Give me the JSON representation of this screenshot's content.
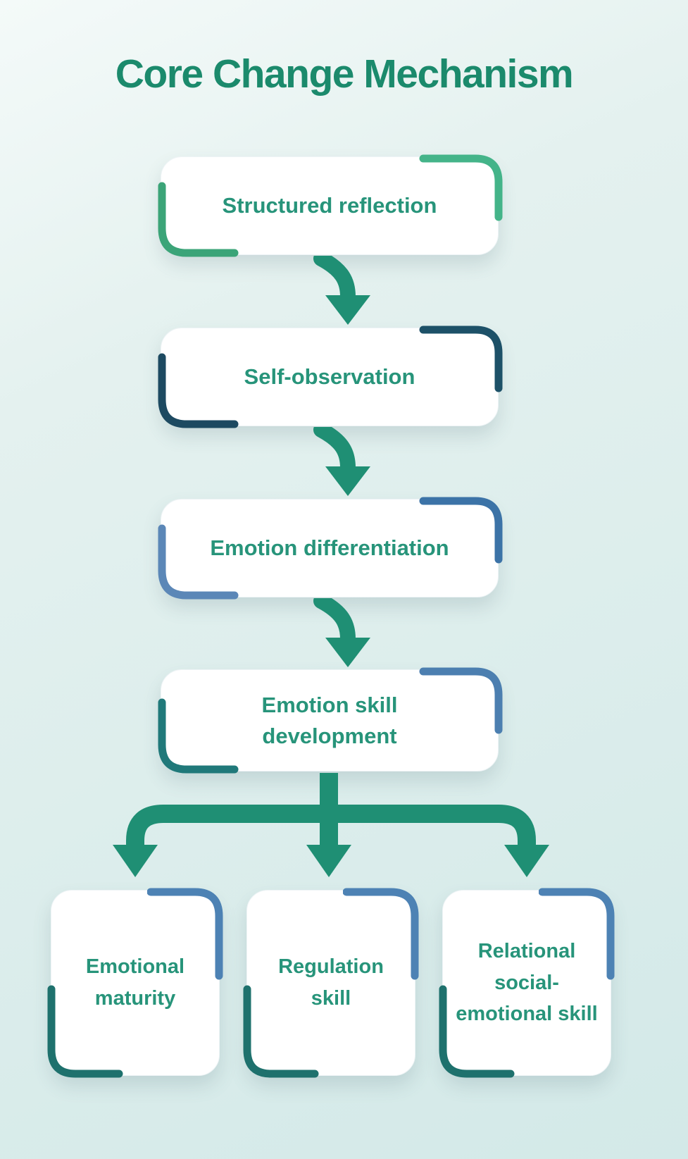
{
  "title": "Core Change Mechanism",
  "colors": {
    "title_text": "#1b8a6c",
    "label_text": "#27947a",
    "arrow": "#1f8f74",
    "card_background": "#ffffff"
  },
  "steps": [
    {
      "label": "Structured reflection",
      "corner_top": "#44b489",
      "corner_bottom": "#3ba478"
    },
    {
      "label": "Self-observation",
      "corner_top": "#1d5168",
      "corner_bottom": "#1d4a61"
    },
    {
      "label": "Emotion differentiation",
      "corner_top": "#3c73a7",
      "corner_bottom": "#5b87b7"
    },
    {
      "label": "Emotion skill development",
      "corner_top": "#4c7fb0",
      "corner_bottom": "#20797a"
    }
  ],
  "outcomes": [
    {
      "label": "Emotional maturity",
      "corner_top": "#4d82b4",
      "corner_bottom": "#1e716d"
    },
    {
      "label": "Regulation skill",
      "corner_top": "#4d82b4",
      "corner_bottom": "#1e716d"
    },
    {
      "label": "Relational social-emotional skill",
      "corner_top": "#4d82b4",
      "corner_bottom": "#1e716d"
    }
  ]
}
